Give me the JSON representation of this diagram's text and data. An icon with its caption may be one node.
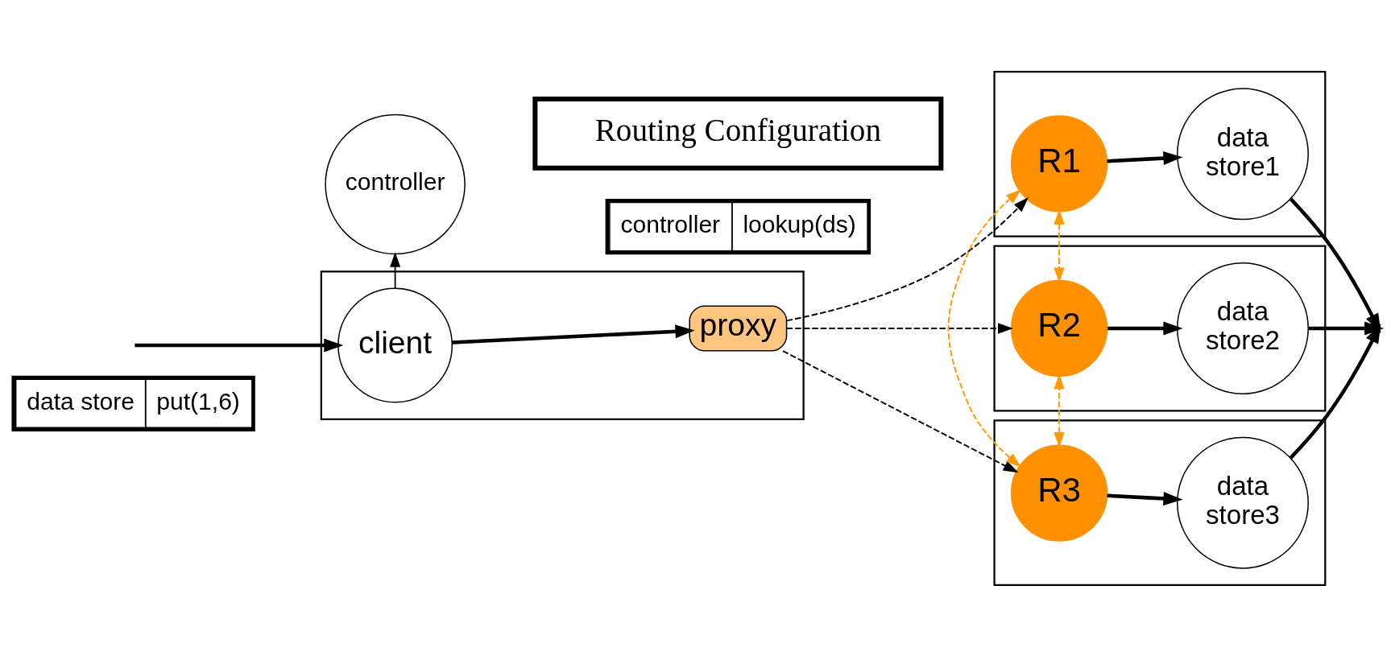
{
  "diagram": {
    "nodes": [
      {
        "text": [],
        "shape": "box"
      },
      {
        "text": [
          "client"
        ],
        "in": 0
      },
      {
        "text": [
          "proxy"
        ],
        "in": 0
      },
      {
        "text": [
          "data store",
          "put(1,6)"
        ]
      },
      {
        "text": [
          "controller"
        ]
      },
      {
        "text": [
          "controller",
          "lookup(ds)"
        ]
      },
      {
        "text": [],
        "shape": "box"
      },
      {
        "text": [
          "R1"
        ],
        "in": 6
      },
      {
        "text": [
          "data store1"
        ],
        "in": 6
      },
      {
        "text": [],
        "shape": "box"
      },
      {
        "text": [
          "R2"
        ],
        "in": 9
      },
      {
        "text": [
          "data store2"
        ],
        "in": 9
      },
      {
        "text": [],
        "shape": "box"
      },
      {
        "text": [
          "R3"
        ],
        "in": 12
      },
      {
        "text": [
          "data store3"
        ],
        "in": 12
      },
      {
        "text": [
          "Routing Configuration"
        ]
      }
    ],
    "edges": [
      {
        "from": null,
        "to": 1,
        "arrow": "to"
      },
      {
        "from": 1,
        "to": 2,
        "arrow": "to"
      },
      {
        "from": 1,
        "to": 4,
        "arrow": "to"
      },
      {
        "from": 2,
        "to": 7,
        "arrow": "to",
        "style": "dashed"
      },
      {
        "from": 2,
        "to": 10,
        "arrow": "to",
        "style": "dashed"
      },
      {
        "from": 2,
        "to": 13,
        "arrow": "to",
        "style": "dashed"
      },
      {
        "from": 7,
        "to": 8,
        "arrow": "to"
      },
      {
        "from": 10,
        "to": 11,
        "arrow": "to"
      },
      {
        "from": 13,
        "to": 14,
        "arrow": "to"
      },
      {
        "from": 7,
        "to": 10,
        "arrow": "both",
        "style": "dashed",
        "color": "#ff9900"
      },
      {
        "from": 7,
        "to": 13,
        "arrow": "both",
        "style": "dashed",
        "color": "#ff9900"
      },
      {
        "from": 13,
        "to": 10,
        "arrow": "both",
        "style": "dashed",
        "color": "#ff9900"
      },
      {
        "from": 8,
        "to": null,
        "arrow": "to"
      },
      {
        "from": 11,
        "to": null,
        "arrow": "to"
      },
      {
        "from": 14,
        "to": null,
        "arrow": "to"
      }
    ]
  }
}
